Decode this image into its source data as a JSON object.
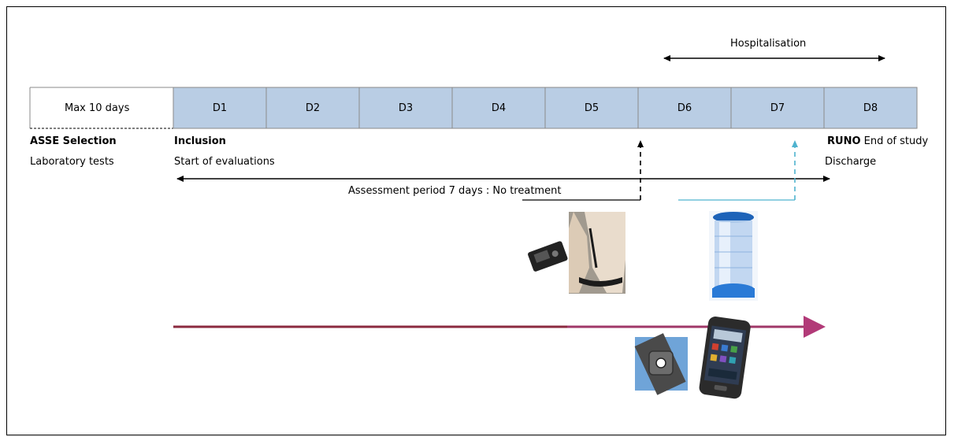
{
  "pre_study": {
    "label": "Max 10 days"
  },
  "days": [
    "D1",
    "D2",
    "D3",
    "D4",
    "D5",
    "D6",
    "D7",
    "D8"
  ],
  "hospitalisation": {
    "label": "Hospitalisation"
  },
  "selection": {
    "title": "ASSE Selection",
    "subtitle": "Laboratory tests"
  },
  "inclusion": {
    "title": "Inclusion",
    "subtitle": "Start of evaluations"
  },
  "end": {
    "bold": "RUNO",
    "rest": " End of study",
    "subtitle": "Discharge"
  },
  "assessment": {
    "label": "Assessment period 7 days : No treatment"
  },
  "colors": {
    "day_fill": "#b9cde4",
    "day_border": "#8a8a8a",
    "timeline": "#8b2a3f",
    "arrowhead": "#b23a78",
    "cyan_arrow": "#4fb3cf"
  },
  "icons": [
    "holter-chest-device-icon",
    "spirometer-cylinder-icon",
    "wrist-actimeter-icon",
    "smartphone-icon"
  ]
}
